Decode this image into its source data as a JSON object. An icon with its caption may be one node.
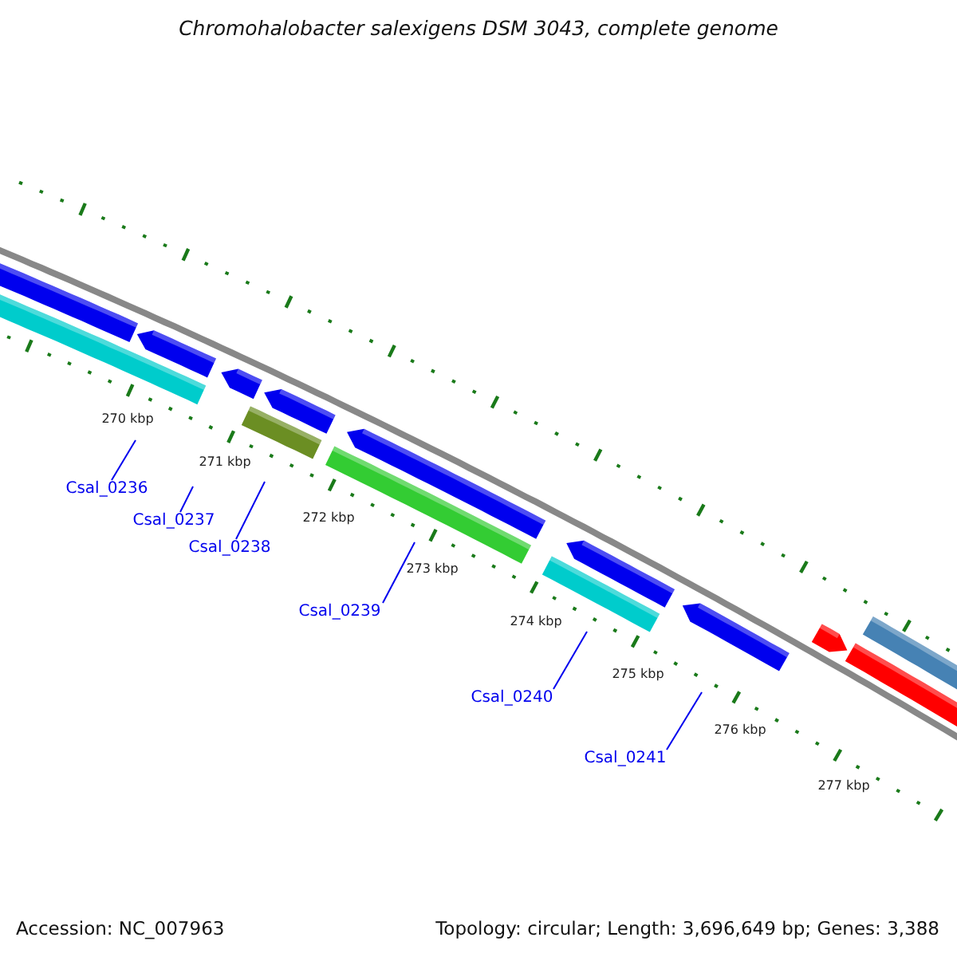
{
  "diagram": {
    "title": "Chromohalobacter salexigens DSM 3043, complete genome",
    "nodes": [
      {
        "text": [
          "Csal_0236"
        ]
      },
      {
        "text": [
          "Csal_0237"
        ]
      },
      {
        "text": [
          "Csal_0238"
        ]
      },
      {
        "text": [
          "Csal_0239"
        ]
      },
      {
        "text": [
          "Csal_0240"
        ]
      },
      {
        "text": [
          "Csal_0241"
        ]
      }
    ],
    "edges": [
      {
        "from": 0,
        "to": null,
        "arrow": "none"
      },
      {
        "from": 1,
        "to": null,
        "arrow": "none"
      },
      {
        "from": 2,
        "to": null,
        "arrow": "none"
      },
      {
        "from": 3,
        "to": null,
        "arrow": "none"
      },
      {
        "from": 4,
        "to": null,
        "arrow": "none"
      },
      {
        "from": 5,
        "to": null,
        "arrow": "none"
      }
    ],
    "labels": [
      "270 kbp",
      "271 kbp",
      "272 kbp",
      "273 kbp",
      "274 kbp",
      "275 kbp",
      "276 kbp",
      "277 kbp",
      "Accession: NC_007963",
      "Topology: circular; Length: 3,696,649 bp; Genes: 3,388"
    ]
  }
}
